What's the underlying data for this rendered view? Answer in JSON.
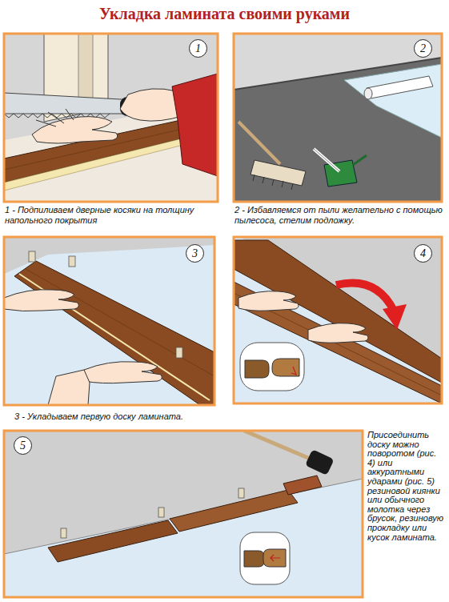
{
  "diagram": {
    "title": "Укладка ламината своими руками",
    "nodes": [
      {
        "text": [
          "1"
        ]
      },
      {
        "text": [
          "2"
        ]
      },
      {
        "text": [
          "3"
        ]
      },
      {
        "text": [
          "4"
        ]
      },
      {
        "text": [
          "5"
        ]
      }
    ],
    "labels": [
      "1 - Подпиливаем дверные косяки на толщину напольного покрытия",
      "2 - Избавляемся от пыли желательно с помощью пылесоса, стелим подложку.",
      "3 - Укладываем первую доску ламината.",
      "Присоединить доску можно поворотом (рис. 4) или аккуратными ударами (рис. 5) резиновой киянки или обычного молотка через брусок, резиновую прокладку или кусок ламината."
    ]
  }
}
